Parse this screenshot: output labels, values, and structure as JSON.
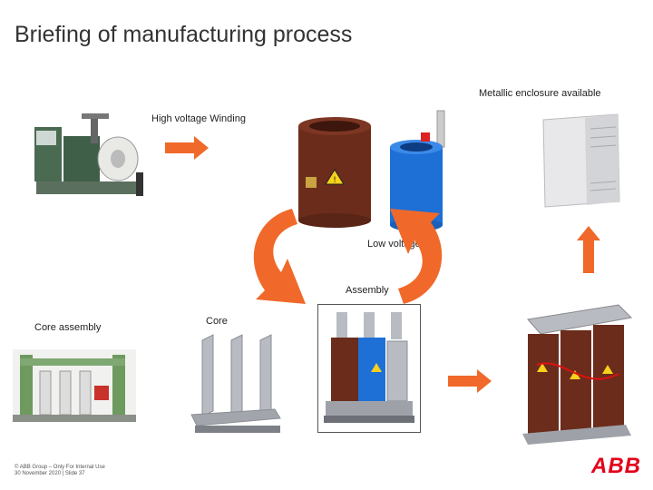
{
  "slide": {
    "title": "Briefing of manufacturing process",
    "labels": {
      "enclosure": "Metallic enclosure available",
      "hv_winding": "High voltage Winding",
      "low_voltage": "Low voltage",
      "assembly": "Assembly",
      "core_assembly": "Core assembly",
      "core": "Core"
    },
    "footer": {
      "line1": "© ABB Group – Only For Internal Use",
      "line2": "30 November 2020 | Slide 37"
    },
    "logo": "ABB"
  },
  "colors": {
    "arrow": "#f0692a",
    "coil_brown": "#6b2c1c",
    "coil_blue": "#1e6fd6",
    "steel": "#b8bcc2",
    "logo_red": "#e4001b"
  },
  "icons": [
    "winding-machine-image",
    "hv-coil-image",
    "lv-coil-image",
    "enclosure-image",
    "core-stacking-machine-image",
    "core-image",
    "assembly-image",
    "transformer-image"
  ]
}
